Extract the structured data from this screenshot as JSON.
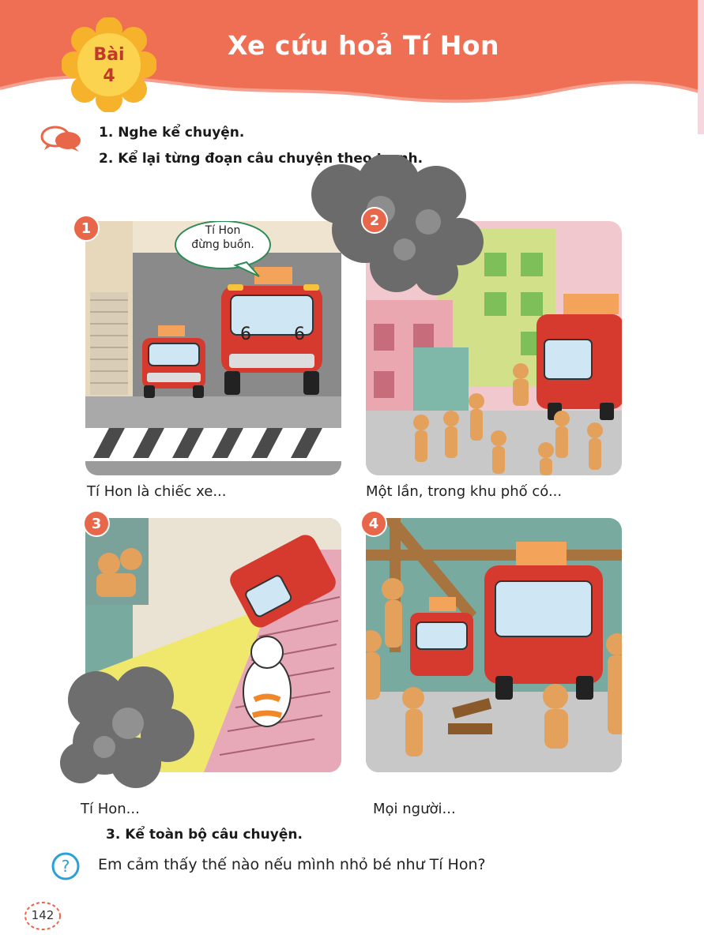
{
  "lesson": {
    "badge_word": "Bài",
    "badge_number": "4",
    "title": "Xe cứu hoả Tí Hon"
  },
  "tasks": {
    "task1": "1. Nghe kể chuyện.",
    "task2": "2. Kể lại từng đoạn câu chuyện theo tranh.",
    "task3": "3. Kể toàn bộ câu chuyện."
  },
  "panels": [
    {
      "number": "1",
      "speech": [
        "Tí Hon",
        "đừng buồn."
      ],
      "caption": "Tí Hon là chiếc xe..."
    },
    {
      "number": "2",
      "caption": "Một lần, trong khu phố có..."
    },
    {
      "number": "3",
      "caption": "Tí Hon..."
    },
    {
      "number": "4",
      "caption": "Mọi người..."
    }
  ],
  "question": "Em cảm thấy thế nào nếu mình nhỏ bé như Tí Hon?",
  "page_number": "142",
  "colors": {
    "header": "#ef6f55",
    "badge": "#f7b22c",
    "badge_text": "#c0392b",
    "number_badge": "#e8664a",
    "question_icon": "#2aa0d6"
  },
  "icons": [
    "speech-bubbles-icon",
    "question-mark-icon"
  ]
}
